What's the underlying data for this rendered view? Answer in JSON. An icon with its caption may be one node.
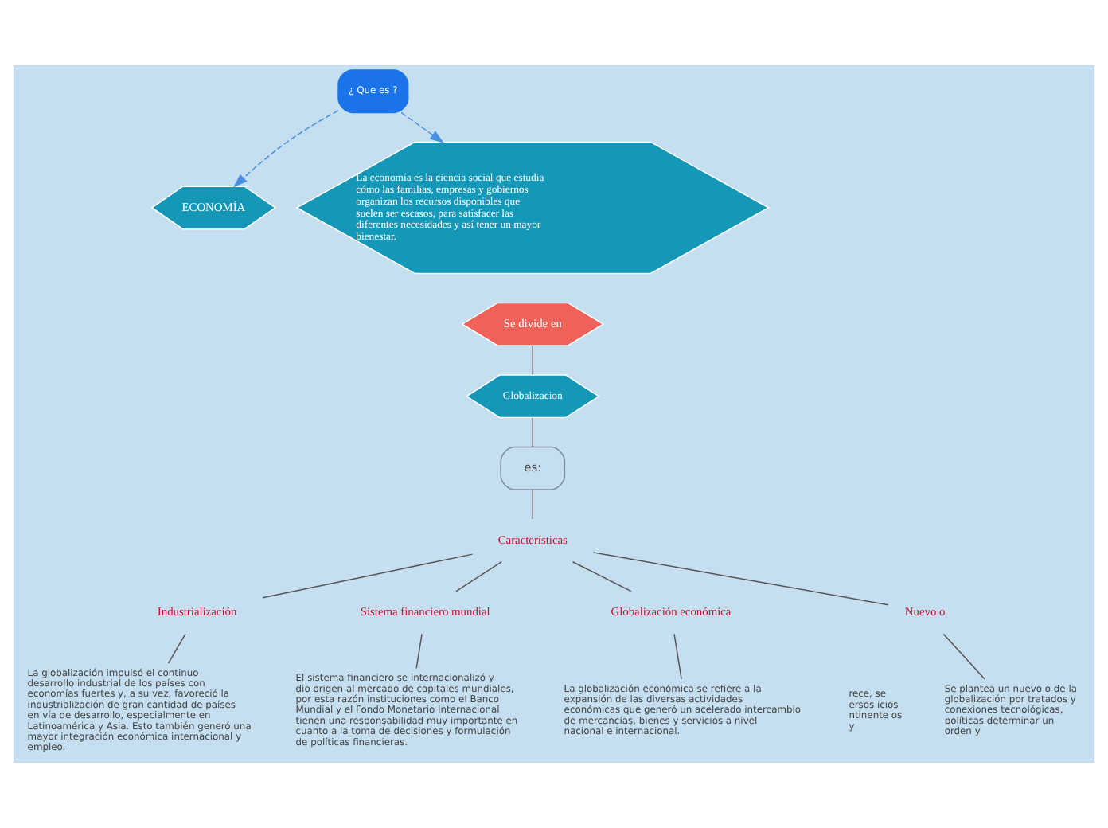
{
  "diagram": {
    "nodes": [
      {
        "text": [
          "ECONOMÍA"
        ]
      },
      {
        "text": [
          "¿ Que es ?"
        ]
      },
      {
        "text": [
          "La economía es la ciencia social que estudia cómo las familias, empresas y gobiernos organizan los recursos disponibles que suelen ser escasos, para satisfacer las diferentes necesidades y así tener un mayor bienestar."
        ]
      },
      {
        "text": [
          "Se divide en"
        ]
      },
      {
        "text": [
          "Globalizacion"
        ]
      },
      {
        "text": [
          "es:"
        ]
      },
      {
        "text": [
          "Características"
        ]
      },
      {
        "text": [
          "rece, se ersos icios ntinente os y"
        ]
      },
      {
        "text": [
          "Industrialización"
        ]
      },
      {
        "text": [
          "La globalización impulsó el continuo desarrollo industrial de los países con economías fuertes y, a su vez, favoreció la industrialización de gran cantidad de países en vía de desarrollo, especialmente en Latinoamérica y Asia. Esto también generó una mayor integración económica internacional y empleo."
        ]
      },
      {
        "text": [
          "Sistema financiero mundial"
        ]
      },
      {
        "text": [
          "El sistema financiero se internacionalizó y dio origen al mercado de capitales mundiales, por esta razón instituciones como el Banco Mundial y el Fondo Monetario Internacional tienen una responsabilidad muy importante en cuanto a la toma de decisiones y formulación de políticas financieras."
        ]
      },
      {
        "text": [
          "Globalización económica"
        ]
      },
      {
        "text": [
          "La globalización económica se refiere a la expansión de las diversas actividades económicas que generó un acelerado intercambio de mercancías, bienes y servicios a nivel nacional e internacional."
        ]
      },
      {
        "text": [
          "Nuevo o"
        ]
      },
      {
        "text": [
          "Se plantea un nuevo o de la globalización por tratados y conexiones tecnológicas, políticas determinar un orden y"
        ]
      }
    ],
    "edges": [
      {
        "from": 1,
        "to": 0,
        "arrow": "to",
        "style": "dashed",
        "color": "#4a90e2"
      },
      {
        "from": 1,
        "to": 2,
        "arrow": "to",
        "style": "dashed",
        "color": "#4a90e2"
      },
      {
        "from": 3,
        "to": 4,
        "arrow": "none"
      },
      {
        "from": 4,
        "to": 5,
        "arrow": "none"
      },
      {
        "from": 5,
        "to": 6,
        "arrow": "none"
      },
      {
        "from": 6,
        "to": 8,
        "arrow": "none"
      },
      {
        "from": 6,
        "to": 10,
        "arrow": "none"
      },
      {
        "from": 6,
        "to": 12,
        "arrow": "none"
      },
      {
        "from": 6,
        "to": 14,
        "arrow": "none"
      },
      {
        "from": 8,
        "to": 9,
        "arrow": "none"
      },
      {
        "from": 10,
        "to": 11,
        "arrow": "none"
      },
      {
        "from": 12,
        "to": 13,
        "arrow": "none"
      },
      {
        "from": 14,
        "to": 15,
        "arrow": "none"
      }
    ]
  }
}
